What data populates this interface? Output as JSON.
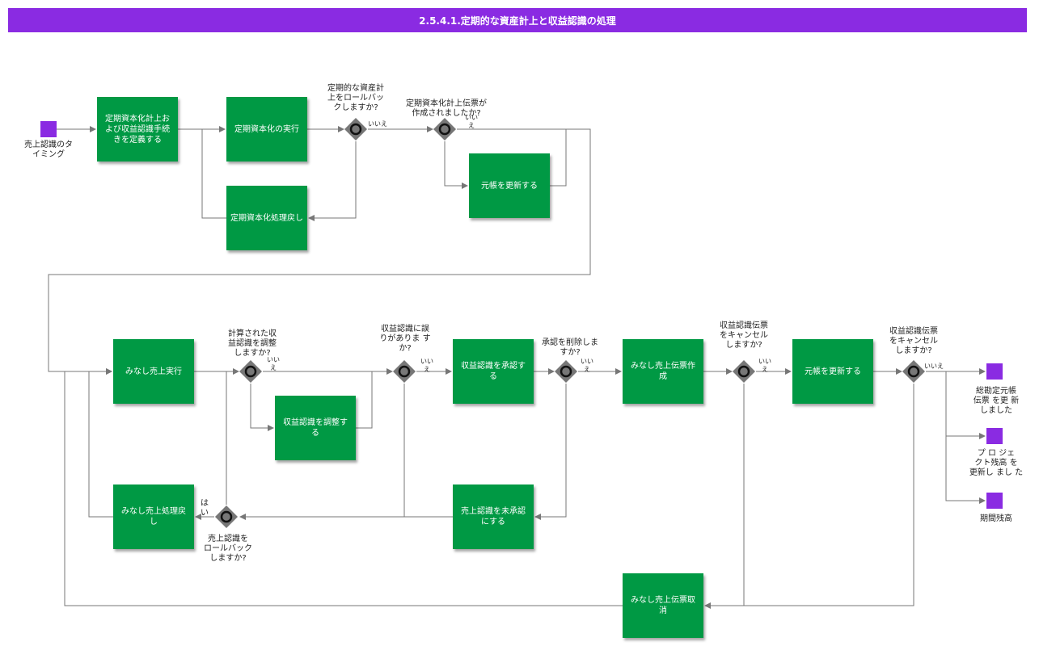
{
  "title": "2.5.4.1.定期的な資産計上と収益認識の処理",
  "colors": {
    "header": "#8a2be2",
    "task": "#009944",
    "event": "#8a2be2",
    "gateway": "#777777",
    "edge": "#777777"
  },
  "start_event": {
    "label": "売上認識のタ\nイミング"
  },
  "tasks": {
    "t1": "定期資本化計上お\nよび収益認識手続\nきを定義する",
    "t2": "定期資本化の実行",
    "t3": "定期資本化処理戻し",
    "t4": "元帳を更新する",
    "t5": "みなし売上実行",
    "t6": "収益認識を調整す\nる",
    "t7": "収益認識を承認す\nる",
    "t8": "みなし売上伝票作\n成",
    "t9": "元帳を更新する",
    "t10": "みなし売上処理戻\nし",
    "t11": "売上認識を未承認\nにする",
    "t12": "みなし売上伝票取\n消"
  },
  "gateways": {
    "g1": {
      "question": "定期的な資産計\n上をロールバッ\nクしますか?",
      "branch": "いいえ"
    },
    "g2": {
      "question": "定期資本化計上伝票が\n作成されましたか?",
      "branch": "いい\nえ"
    },
    "g3": {
      "question": "計算された収\n益認識を調整\nしますか?",
      "branch": "いい\nえ"
    },
    "g4": {
      "question": "収益認識に誤\nりがありま す\nか?",
      "branch": "いい\nえ"
    },
    "g5": {
      "question": "承認を削除しま\nすか?",
      "branch": "いい\nえ"
    },
    "g6": {
      "question": "収益認識伝票\nをキャンセル\nしますか?",
      "branch": "いい\nえ"
    },
    "g7": {
      "question": "収益認識伝票\nをキャンセル\nしますか?",
      "branch": "いいえ"
    },
    "g8": {
      "question": "売上認識を\nロールバック\nしますか?",
      "branch": "は\nい"
    }
  },
  "end_events": {
    "e1": "総勘定元帳\n伝票 を更 新\nしました",
    "e2": "プ ロ ジェ\nクト残高 を\n更新し まし た",
    "e3": "期間残高"
  }
}
